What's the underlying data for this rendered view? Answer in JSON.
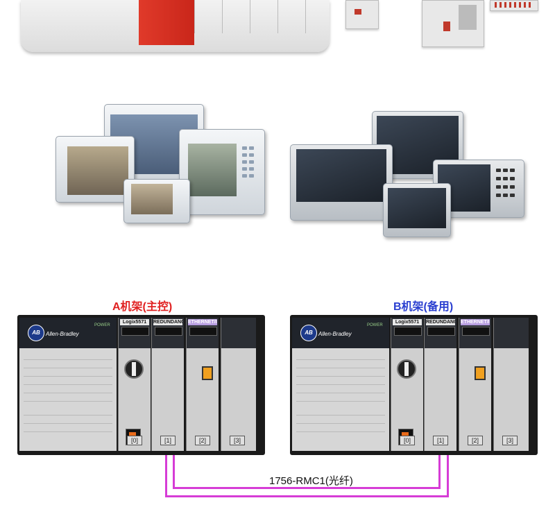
{
  "top": {
    "chassis_color": "#e03a2a"
  },
  "rack_a": {
    "title": "A机架(主控)",
    "color": "#e02020",
    "brand": "Allen-Bradley",
    "logo": "AB",
    "power": "POWER",
    "modules": [
      {
        "label": "Logix5571",
        "slot": "[0]"
      },
      {
        "label": "REDUNDANCY MODULE",
        "slot": "[1]"
      },
      {
        "label": "ETHERNET/IP",
        "slot": "[2]"
      },
      {
        "label": "",
        "slot": "[3]"
      }
    ]
  },
  "rack_b": {
    "title": "B机架(备用)",
    "color": "#2a3fd0",
    "brand": "Allen-Bradley",
    "logo": "AB",
    "power": "POWER",
    "modules": [
      {
        "label": "Logix5571",
        "slot": "[0]"
      },
      {
        "label": "REDUNDANCY MODULE",
        "slot": "[1]"
      },
      {
        "label": "ETHERNET/IP",
        "slot": "[2]"
      },
      {
        "label": "",
        "slot": "[3]"
      }
    ]
  },
  "link": {
    "label": "1756-RMC1(光纤)",
    "color": "#d63cd6"
  }
}
